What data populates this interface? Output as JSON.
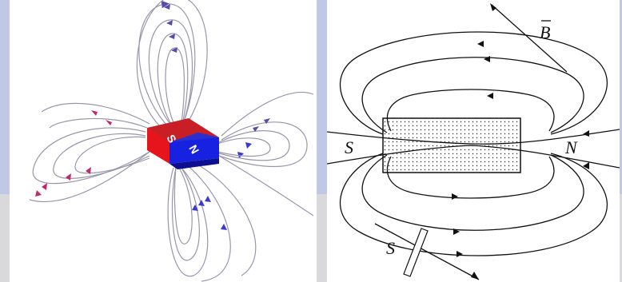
{
  "left_diagram": {
    "magnet": {
      "south_label": "S",
      "north_label": "N",
      "south_color": "#e8141c",
      "north_color": "#1622e0"
    },
    "field_line_color": "#9a96aa",
    "arrow_color_top": "#5a4aa8",
    "arrow_color_bottom": "#3a3ad0",
    "arrow_color_left": "#c02a6a"
  },
  "right_diagram": {
    "label_S_left": "S",
    "label_N_right": "N",
    "label_B": "B",
    "label_S_bottom": "S"
  }
}
